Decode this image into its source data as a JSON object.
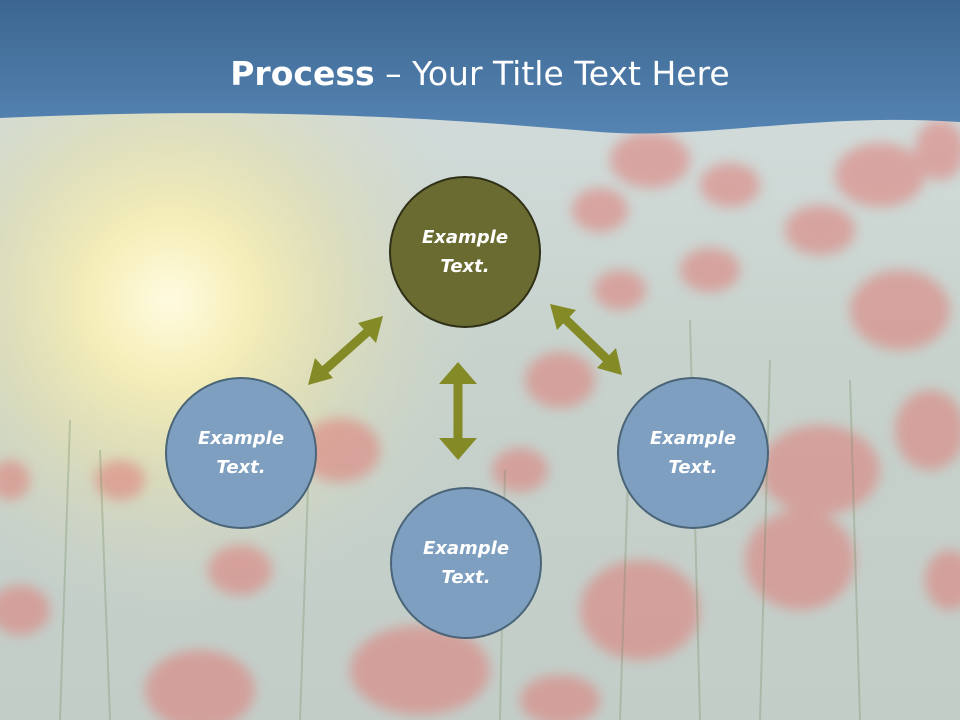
{
  "title": {
    "bold": "Process",
    "rest": " – Your Title Text Here"
  },
  "colors": {
    "header": "#4a7cab",
    "node_blue": "#7e9fbf",
    "node_olive": "#6a6b30",
    "arrow": "#838a26"
  },
  "nodes": {
    "top": "Example Text.",
    "left": "Example Text.",
    "right": "Example Text.",
    "bottom": "Example Text."
  }
}
